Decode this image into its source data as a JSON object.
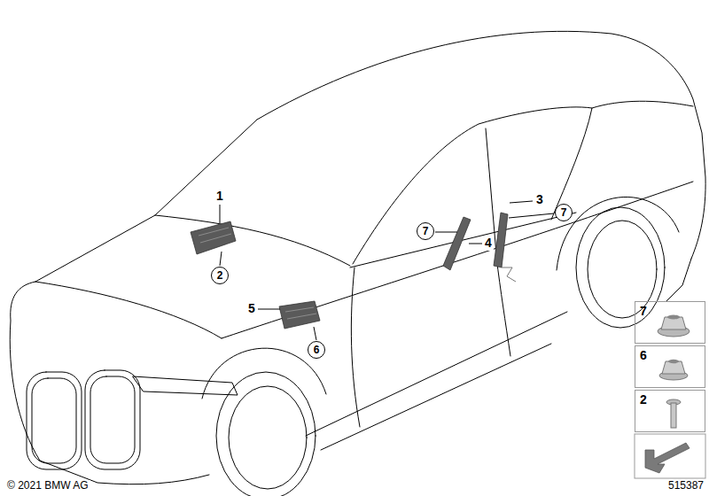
{
  "diagram": {
    "nodes": [
      {
        "text": [
          "2"
        ]
      },
      {
        "text": [
          "7"
        ]
      },
      {
        "text": [
          "7"
        ]
      },
      {
        "text": [
          "6"
        ]
      },
      {
        "text": [
          "7"
        ]
      },
      {
        "text": [
          "6"
        ]
      },
      {
        "text": [
          "2"
        ]
      }
    ],
    "labels": [
      "1",
      "3",
      "4",
      "5",
      "© 2021 BMW AG",
      "515387"
    ]
  }
}
